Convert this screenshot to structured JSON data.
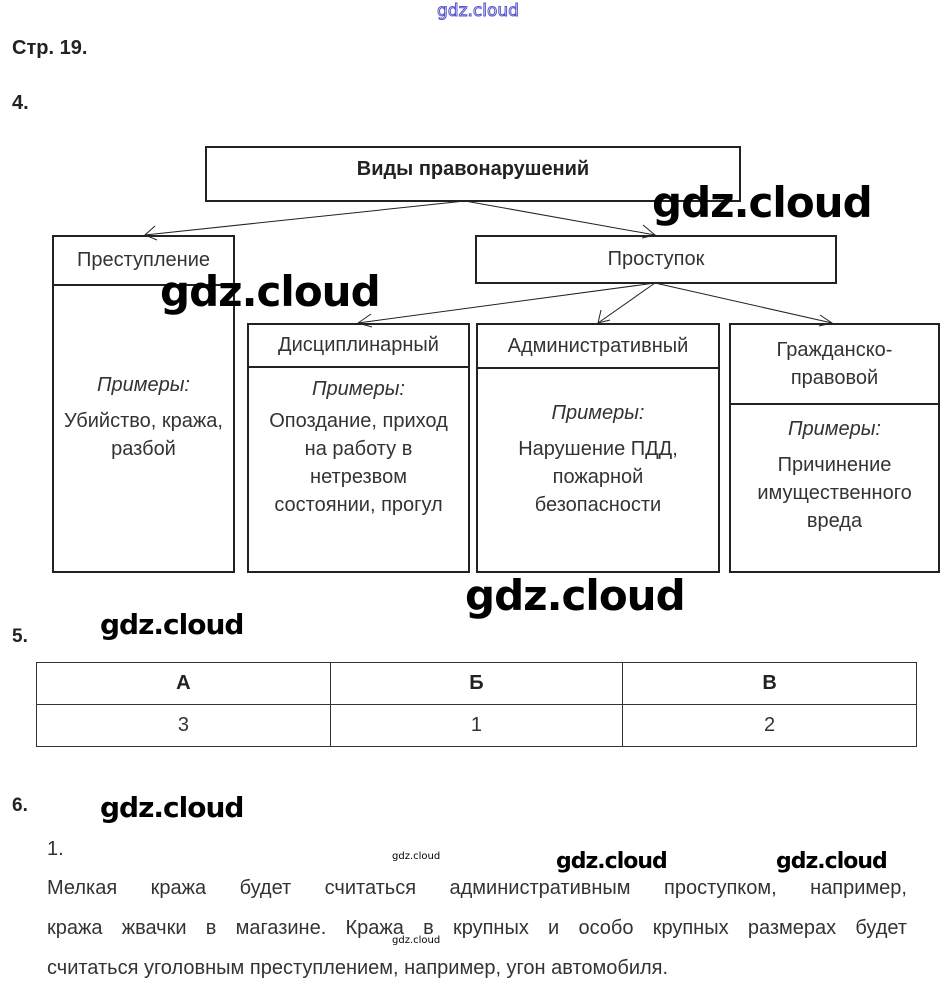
{
  "watermark": "gdz.cloud",
  "page_label": "Стр. 19.",
  "task4": {
    "number": "4.",
    "root": "Виды правонарушений",
    "crime": {
      "title": "Преступление",
      "examples_label": "Примеры:",
      "examples": "Убийство, кража, разбой"
    },
    "offense": {
      "title": "Проступок",
      "types": [
        {
          "title": "Дисциплинарный",
          "examples_label": "Примеры:",
          "examples": "Опоздание, приход на работу в нетрезвом состоянии, прогул"
        },
        {
          "title": "Административный",
          "examples_label": "Примеры:",
          "examples": "Нарушение ПДД, пожарной безопасности"
        },
        {
          "title": "Гражданско-правовой",
          "examples_label": "Примеры:",
          "examples": "Причинение имущественного вреда"
        }
      ]
    }
  },
  "task5": {
    "number": "5.",
    "headers": [
      "А",
      "Б",
      "В"
    ],
    "values": [
      "3",
      "1",
      "2"
    ]
  },
  "task6": {
    "number": "6.",
    "item_number": "1.",
    "lines": [
      "Мелкая кража будет считаться административным проступком, например,",
      "кража жвачки в магазине. Кража в крупных и особо крупных размерах будет",
      "считаться уголовным преступлением, например, угон автомобиля."
    ]
  }
}
